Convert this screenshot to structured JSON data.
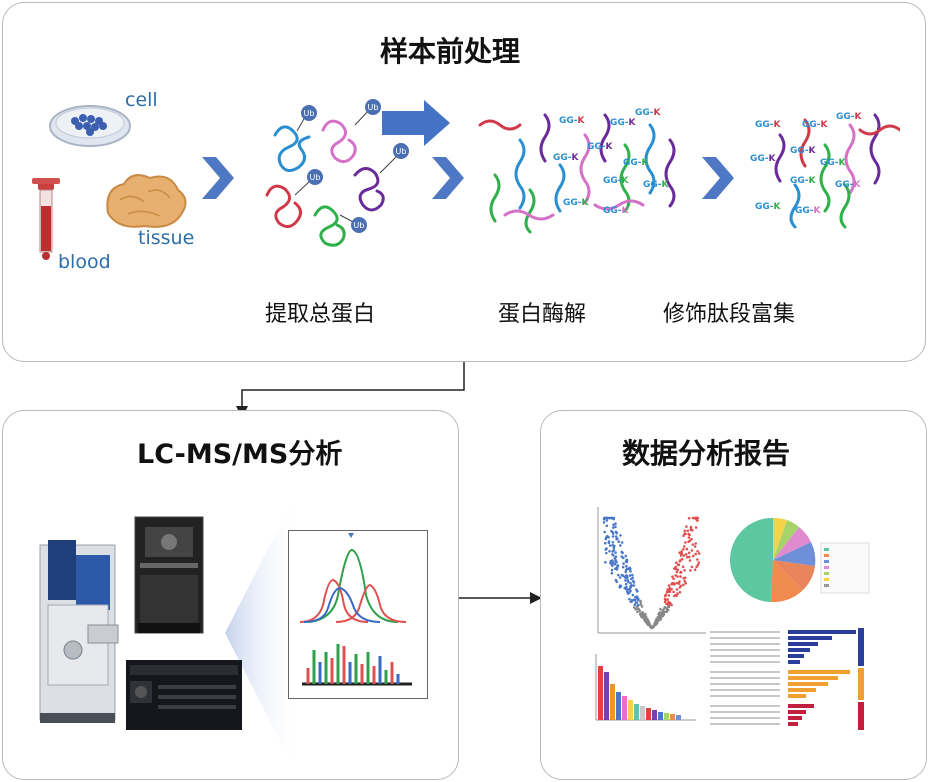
{
  "top_panel": {
    "title": "样本前处理",
    "sample_labels": {
      "cell": "cell",
      "tissue": "tissue",
      "blood": "blood"
    },
    "ub_label": "Ub",
    "motif_gg": "GG-",
    "motif_k": "K",
    "steps": [
      "提取总蛋白",
      "蛋白酶解",
      "修饰肽段富集"
    ]
  },
  "lcms_panel": {
    "title": "LC-MS/MS分析"
  },
  "report_panel": {
    "title": "数据分析报告"
  },
  "colors": {
    "chevron": "#4f78c4",
    "big_arrow": "#4472c4",
    "ub_ball": "#4a6fb3",
    "peptide_colors": [
      "#d03a48",
      "#2a8fd0",
      "#d472c8",
      "#6a2a9a",
      "#2fb04a",
      "#c33c50"
    ],
    "volcano_up": "#e05050",
    "volcano_down": "#4a78c8",
    "volcano_ns": "#888888",
    "pie_main": "#5cc7a0"
  }
}
